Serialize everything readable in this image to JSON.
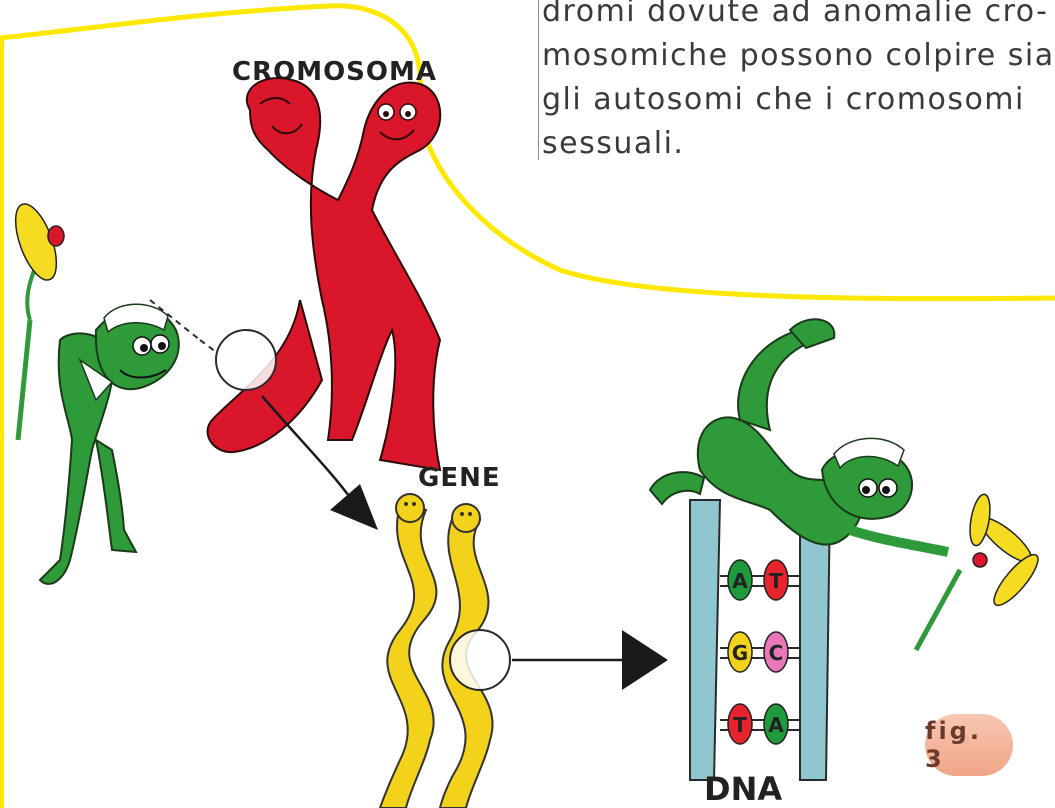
{
  "paragraph": {
    "lines": [
      "dromi dovute ad anomalie cro-",
      "mosomiche possono colpire sia",
      "gli autosomi che i cromosomi",
      "sessuali."
    ]
  },
  "labels": {
    "chromosome": "CROMOSOMA",
    "gene": "GENE",
    "dna": "DNA"
  },
  "bases": {
    "row1": [
      "A",
      "T"
    ],
    "row2": [
      "G",
      "C"
    ],
    "row3": [
      "T",
      "A"
    ]
  },
  "figure_badge": "fig. 3",
  "colors": {
    "speech_border": "#ffe800",
    "chromosome": "#d9162a",
    "gene": "#f2d21a",
    "frog": "#2f9a3a",
    "dna_strand": "#8fc6d0",
    "base_A": "#e8232d",
    "base_T": "#e8232d",
    "base_G": "#f3d21c",
    "base_C": "#e877b8",
    "base_A_green": "#1f9a3c",
    "flower_petal": "#f5dc22"
  }
}
